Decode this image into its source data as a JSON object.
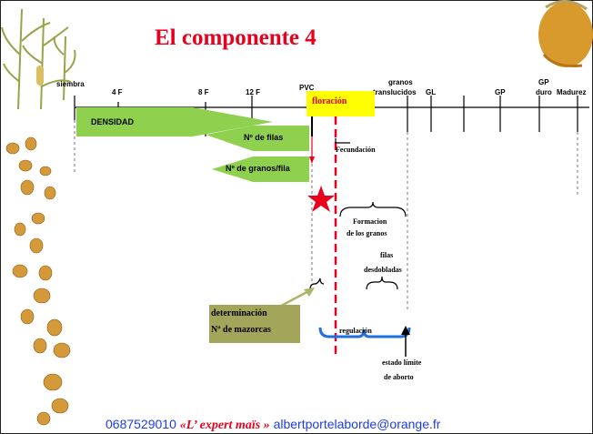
{
  "title": "El componente 4",
  "stages": [
    "siembra",
    "4 F",
    "8 F",
    "12 F",
    "PVC",
    "granos",
    "translucidos",
    "GL",
    "GP",
    "GP",
    "duro",
    "Madurez"
  ],
  "components": {
    "densidad": "DENSIDAD",
    "filas": "Nº de filas",
    "granos_fila": "Nº de granos/fila"
  },
  "floracion": "floración",
  "labels": {
    "fecundacion": "Fecundación",
    "formacion_1": "Formacion",
    "formacion_2": "de los granos",
    "filas_1": "filas",
    "filas_2": "desdobladas",
    "det_1": "determinación",
    "det_2": "Nº de mazorcas",
    "regulacion": "regulación",
    "estado_1": "estado límite",
    "estado_2": "de aborto"
  },
  "footer": {
    "phone": "0687529010",
    "brand": "«L’ expert maïs »",
    "email": "albertportelaborde@orange.fr"
  },
  "colors": {
    "title": "#e8001c",
    "arrows_green": "#8fd14f",
    "floracion_box": "#ffff00",
    "determinacion_box": "#a3a65a",
    "regulacion_bracket": "#1e6fe0",
    "footer_text": "#1d3cf0"
  }
}
